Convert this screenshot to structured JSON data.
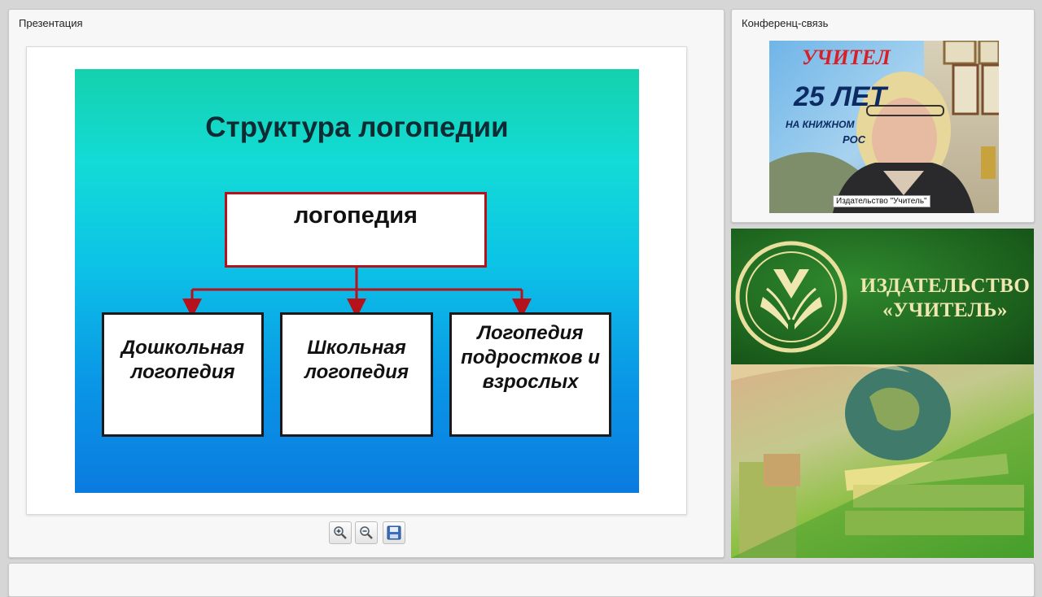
{
  "presentation": {
    "panel_title": "Презентация",
    "slide": {
      "title": "Структура логопедии",
      "root": "логопедия",
      "children": [
        "Дошкольная логопедия",
        "Школьная логопедия",
        "Логопедия подростков и взрослых"
      ]
    },
    "toolbar": [
      {
        "name": "zoom-in",
        "icon": "zoom-in-icon"
      },
      {
        "name": "zoom-out",
        "icon": "zoom-out-icon"
      },
      {
        "name": "save",
        "icon": "save-icon"
      }
    ]
  },
  "conference": {
    "panel_title": "Конференц-связь",
    "video_label": "Издательство \"Учитель\"",
    "banner_text": {
      "brand": "УЧИТЕЛ",
      "line1": "25 ЛЕТ",
      "line2": "НА КНИЖНОМ",
      "line3": "РОС"
    }
  },
  "promo": {
    "line1": "ИЗДАТЕЛЬСТВО",
    "line2": "«УЧИТЕЛЬ»"
  },
  "colors": {
    "slide_top": "#14d1ad",
    "slide_bottom": "#0a7be0",
    "root_border": "#b5121b",
    "promo_green": "#1b5e1c",
    "promo_text": "#efe6b0"
  }
}
